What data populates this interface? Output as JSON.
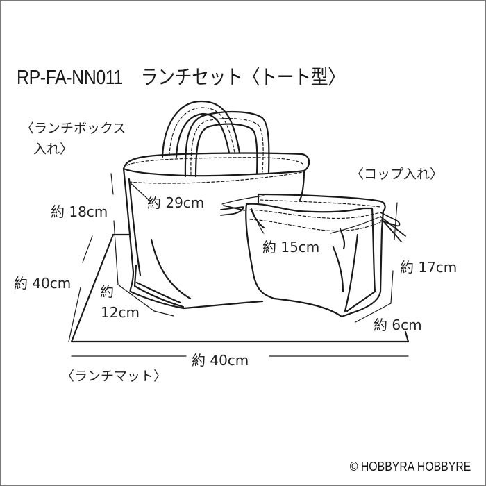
{
  "title": {
    "product_code": "RP-FA-NN011",
    "product_name": "ランチセット〈トート型〉"
  },
  "items": {
    "lunch_box_bag": {
      "label_line1": "〈ランチボックス",
      "label_line2": "入れ〉",
      "dimensions": {
        "height": "約 18cm",
        "width": "約 29cm",
        "depth_line1": "約",
        "depth_line2": "12cm"
      }
    },
    "cup_bag": {
      "label": "〈コップ入れ〉",
      "dimensions": {
        "width": "約 15cm",
        "height": "約 17cm",
        "depth": "約 6cm"
      }
    },
    "lunch_mat": {
      "label": "〈ランチマット〉",
      "dimensions": {
        "depth": "約 40cm",
        "width": "約 40cm"
      }
    }
  },
  "footer": {
    "copyright": "© HOBBYRA HOBBYRE"
  },
  "colors": {
    "line": "#1a1a1a",
    "border": "#7a7a7a",
    "background": "#ffffff"
  }
}
